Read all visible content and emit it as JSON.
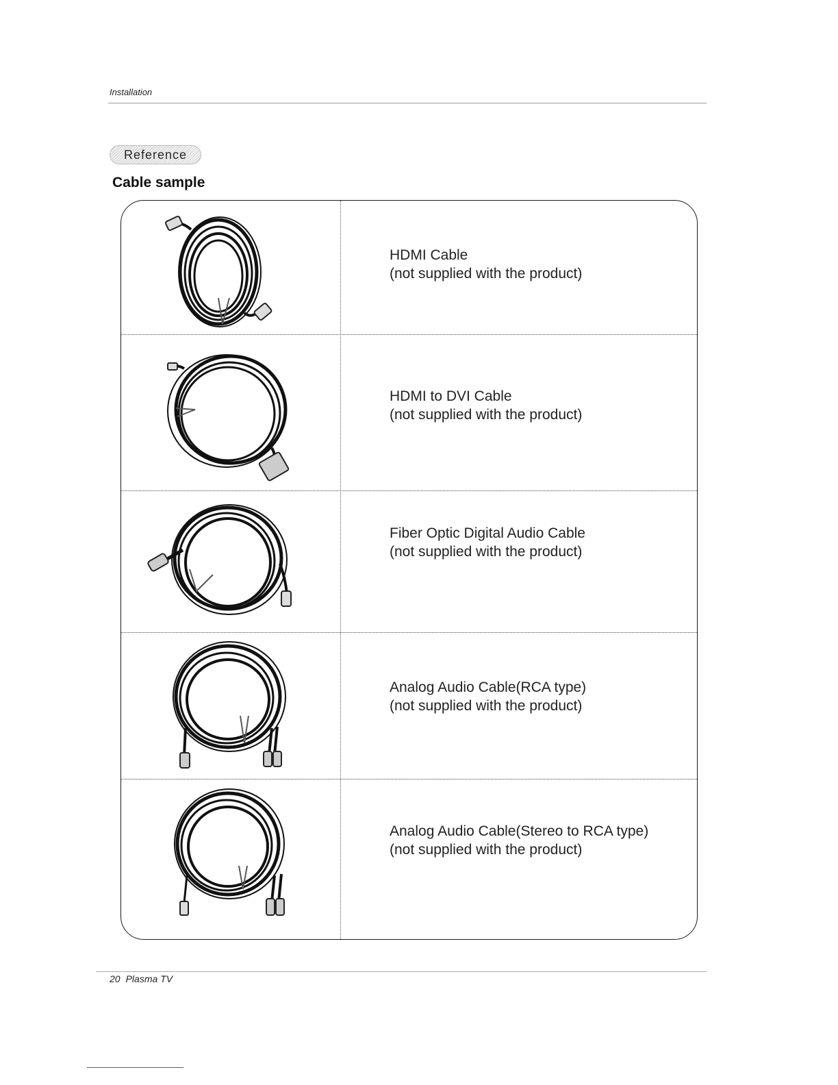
{
  "header": {
    "section": "Installation"
  },
  "badge": "Reference",
  "title": "Cable sample",
  "cables": [
    {
      "name": "HDMI Cable",
      "note": "(not supplied with the product)",
      "icon": "hdmi-cable-icon"
    },
    {
      "name": "HDMI to DVI Cable",
      "note": "(not supplied with the product)",
      "icon": "hdmi-to-dvi-cable-icon"
    },
    {
      "name": "Fiber Optic Digital Audio Cable",
      "note": "(not supplied with the product)",
      "icon": "fiber-optic-cable-icon"
    },
    {
      "name": "Analog Audio Cable(RCA type)",
      "note": "(not supplied with the product)",
      "icon": "rca-audio-cable-icon"
    },
    {
      "name": "Analog Audio Cable(Stereo to RCA type)",
      "note": "(not supplied with the product)",
      "icon": "stereo-to-rca-cable-icon"
    }
  ],
  "footer": {
    "page_number": "20",
    "product": "Plasma TV"
  }
}
